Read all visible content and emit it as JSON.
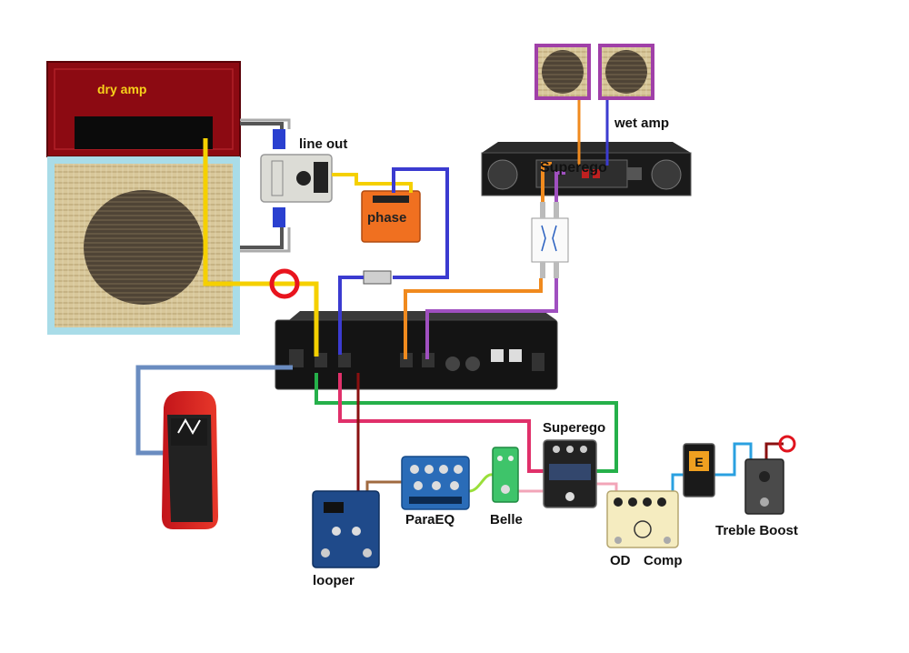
{
  "labels": {
    "dry_amp": "dry amp",
    "line_out": "line out",
    "phase": "phase",
    "wet_amp": "wet amp",
    "amp_overlay": "Superego",
    "looper": "looper",
    "paraeq": "ParaEQ",
    "belle": "Belle",
    "superego": "Superego",
    "od": "OD",
    "comp": "Comp",
    "treble_boost": "Treble Boost"
  },
  "colors": {
    "cable_yellow": "#f5d000",
    "cable_blue": "#3b3bd0",
    "cable_orange": "#f08a1e",
    "cable_purple": "#a050c0",
    "cable_green": "#25b04a",
    "cable_pink": "#e0306a",
    "cable_darkred": "#8a1010",
    "cable_brown": "#a06a40",
    "cable_lime": "#9adf3a",
    "cable_lightpink": "#f2a5b8",
    "cable_skyblue": "#2aa0e0",
    "cable_red": "#e0141e",
    "cable_steel": "#6a8cc0",
    "cable_gray": "#999999",
    "amp_head": "#8c0a12",
    "amp_cab_border": "#a9dce8",
    "marker_red": "#e8141e"
  },
  "icons": [
    "wah-pedal-icon",
    "looper-pedal-icon",
    "paraeq-pedal-icon",
    "belle-pedal-icon",
    "superego-pedal-icon",
    "od-comp-pedal-icon",
    "tuner-pedal-icon",
    "treble-boost-pedal-icon",
    "multi-effects-unit-icon",
    "power-amp-icon",
    "speaker-cab-icon"
  ]
}
